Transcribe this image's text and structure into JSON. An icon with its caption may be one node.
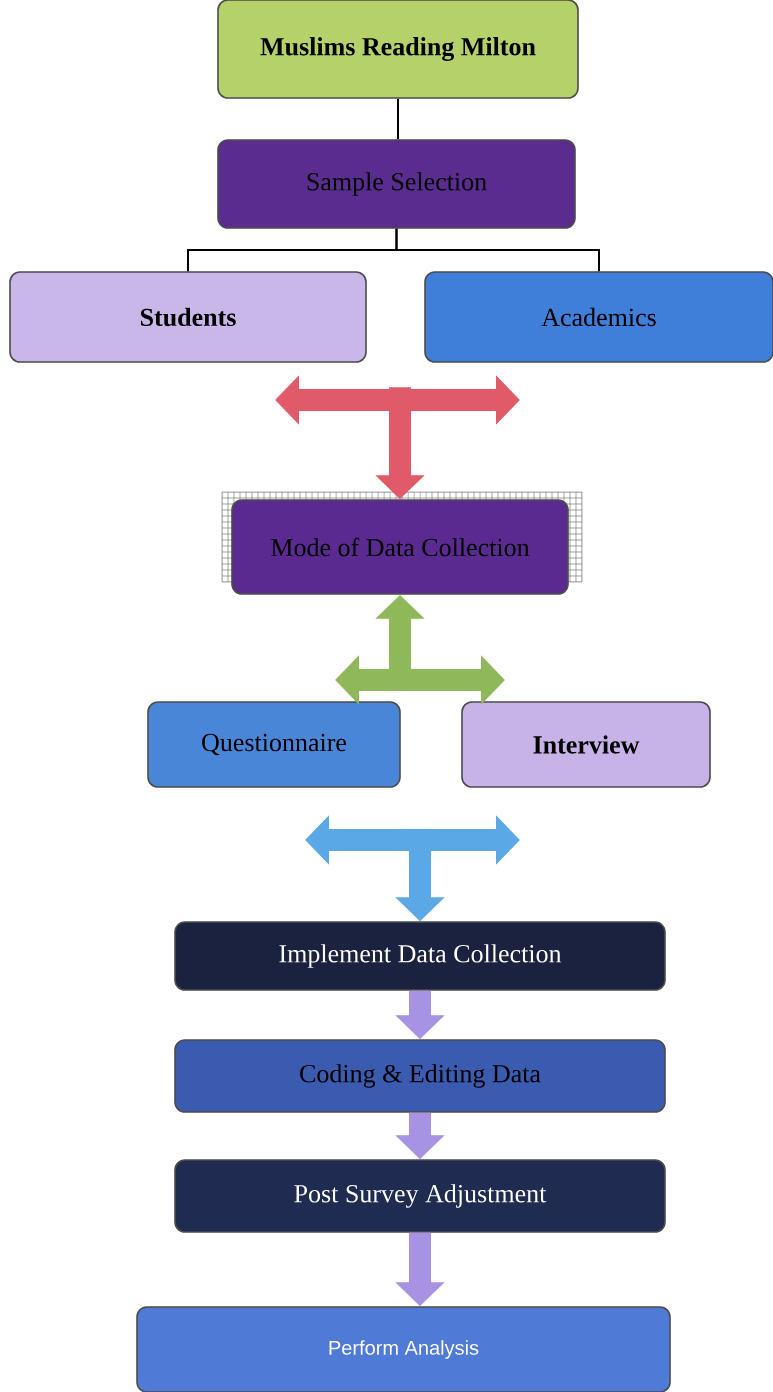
{
  "diagram": {
    "nodes": [
      {
        "text": [
          "Muslims Reading Milton"
        ]
      },
      {
        "text": [
          "Sample Selection"
        ]
      },
      {
        "text": [
          "Students"
        ]
      },
      {
        "text": [
          "Academics"
        ]
      },
      {
        "text": [
          "Mode of Data Collection"
        ]
      },
      {
        "text": [
          "Questionnaire"
        ]
      },
      {
        "text": [
          "Interview"
        ]
      },
      {
        "text": [
          "Implement Data Collection"
        ]
      },
      {
        "text": [
          "Coding & Editing Data"
        ]
      },
      {
        "text": [
          "Post Survey Adjustment"
        ]
      },
      {
        "text": [
          "Perform Analysis"
        ]
      }
    ],
    "edges": [
      {
        "from": 0,
        "to": 1,
        "arrow": "none"
      },
      {
        "from": 1,
        "to": 2,
        "arrow": "none"
      },
      {
        "from": 1,
        "to": 3,
        "arrow": "none"
      },
      {
        "from": 2,
        "to": 3,
        "arrow": "both",
        "color": "#e05a6a"
      },
      {
        "from": null,
        "to": 4,
        "arrow": "to",
        "color": "#e05a6a"
      },
      {
        "from": null,
        "to": 4,
        "arrow": "to",
        "color": "#8fb85a"
      },
      {
        "from": 5,
        "to": 6,
        "arrow": "both",
        "color": "#8fb85a"
      },
      {
        "from": 5,
        "to": 6,
        "arrow": "both",
        "color": "#5aa8e6"
      },
      {
        "from": null,
        "to": 7,
        "arrow": "to",
        "color": "#5aa8e6"
      },
      {
        "from": 7,
        "to": 8,
        "arrow": "to",
        "color": "#a792e4"
      },
      {
        "from": 8,
        "to": 9,
        "arrow": "to",
        "color": "#a792e4"
      },
      {
        "from": 9,
        "to": 10,
        "arrow": "to",
        "color": "#a792e4"
      }
    ]
  }
}
